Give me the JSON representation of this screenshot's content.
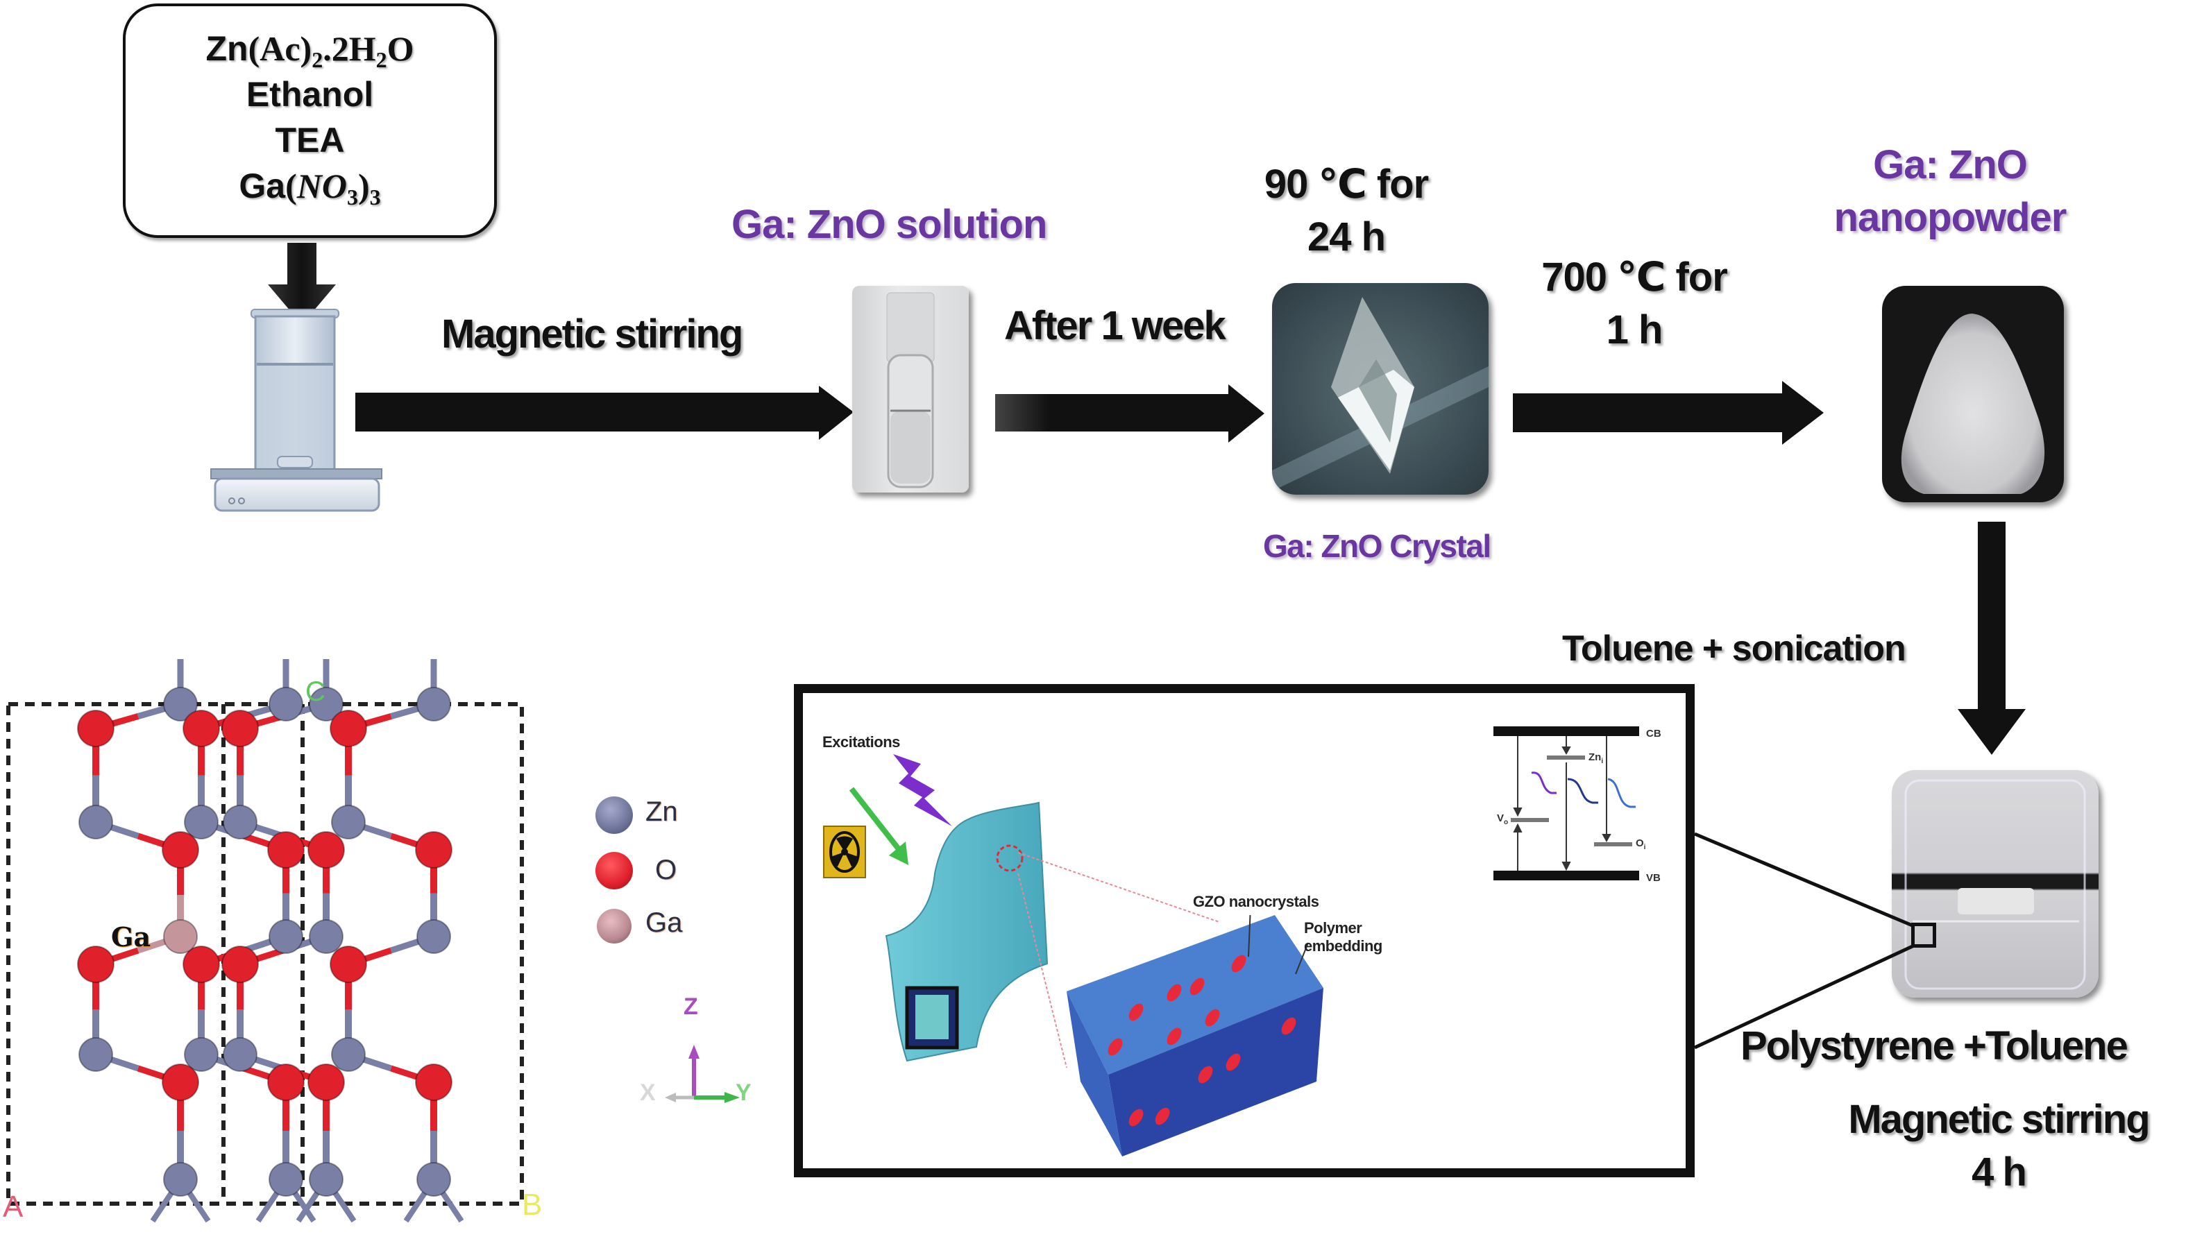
{
  "reagents": {
    "zinc_acetate": {
      "prefix": "Zn",
      "body": "(Ac)",
      "sub1": "2",
      "mid": ".2H",
      "sub2": "2",
      "tail": "O"
    },
    "ethanol": "Ethanol",
    "tea": "TEA",
    "gallium_nitrate": {
      "prefix": "Ga",
      "open": "(",
      "body": "NO",
      "sub1": "3",
      "close": ")",
      "sub2": "3"
    }
  },
  "steps": {
    "magnetic_stirring": "Magnetic stirring",
    "solution_label": "Ga: ZnO solution",
    "after_week": "After 1 week",
    "heat1_line1": "90 ℃ for",
    "heat1_line2": "24 h",
    "crystal_label": "Ga: ZnO Crystal",
    "heat2_line1": "700 ℃ for",
    "heat2_line2": "1 h",
    "nanopowder_line1": "Ga: ZnO",
    "nanopowder_line2": "nanopowder",
    "toluene_sonication": "Toluene + sonication",
    "polystyrene_toluene": "Polystyrene +Toluene",
    "magnetic_stirring_2": "Magnetic stirring",
    "stir_time": "4 h"
  },
  "inset": {
    "excitations": "Excitations",
    "gzo_nanocrystals": "GZO nanocrystals",
    "polymer_line1": "Polymer",
    "polymer_line2": "embedding",
    "band": {
      "cb": "CB",
      "vb": "VB",
      "zn_i": "Zn",
      "zn_i_sub": "i",
      "v_o": "V",
      "v_o_sub": "o",
      "o_i": "O",
      "o_i_sub": "i"
    }
  },
  "structure": {
    "ga_label": "Ga",
    "corner_a": "A",
    "corner_b": "B",
    "corner_c": "C",
    "legend": [
      {
        "symbol": "Zn",
        "color": "#7a7fa6"
      },
      {
        "symbol": "O",
        "color": "#e0202a"
      },
      {
        "symbol": "Ga",
        "color": "#c4959b"
      }
    ],
    "axes": {
      "z": "Z",
      "x": "X",
      "y": "Y"
    }
  },
  "colors": {
    "label_purple": "#6a36a0",
    "polymer_top": "#4a80cf",
    "polymer_side": "#2b45a6",
    "film": "#5ab9c9",
    "nanocrystal": "#e8293a",
    "zn_atom": "#7a7fa6",
    "o_atom": "#e0202a",
    "ga_atom": "#c4959b"
  }
}
